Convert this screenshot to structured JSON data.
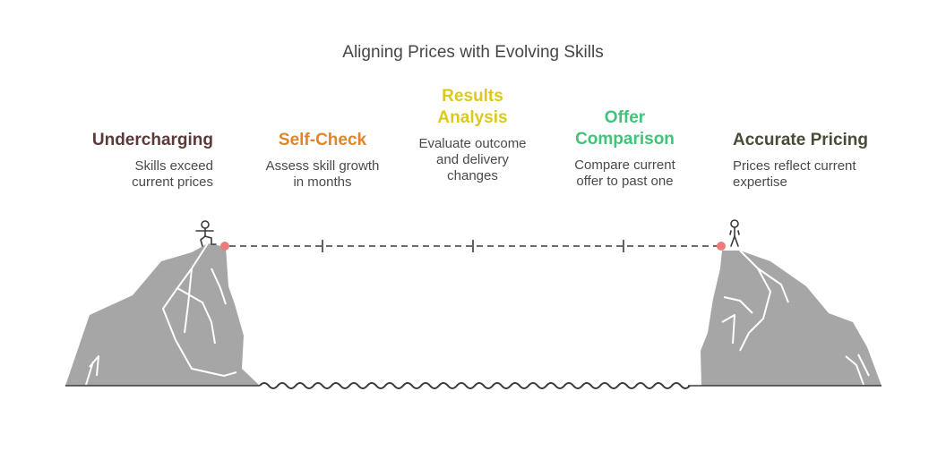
{
  "title": "Aligning Prices with Evolving Skills",
  "steps": [
    {
      "heading": "Undercharging",
      "description": "Skills exceed current prices",
      "color": "#5b3a3a"
    },
    {
      "heading": "Self-Check",
      "description": "Assess skill growth in months",
      "color": "#e0852a"
    },
    {
      "heading": "Results Analysis",
      "description": "Evaluate outcome and delivery changes",
      "color": "#dcc91c"
    },
    {
      "heading": "Offer Comparison",
      "description": "Compare current offer to past one",
      "color": "#3fc47a"
    },
    {
      "heading": "Accurate Pricing",
      "description": "Prices reflect current expertise",
      "color": "#4a4a36"
    }
  ],
  "colors": {
    "cliff": "#a6a6a6",
    "cliff_lines": "#ffffff",
    "endpoint": "#f07a7a",
    "line": "#3a3a3a",
    "water": "#3a3a3a"
  },
  "icons": [
    "person-stepping-icon",
    "person-standing-icon"
  ]
}
